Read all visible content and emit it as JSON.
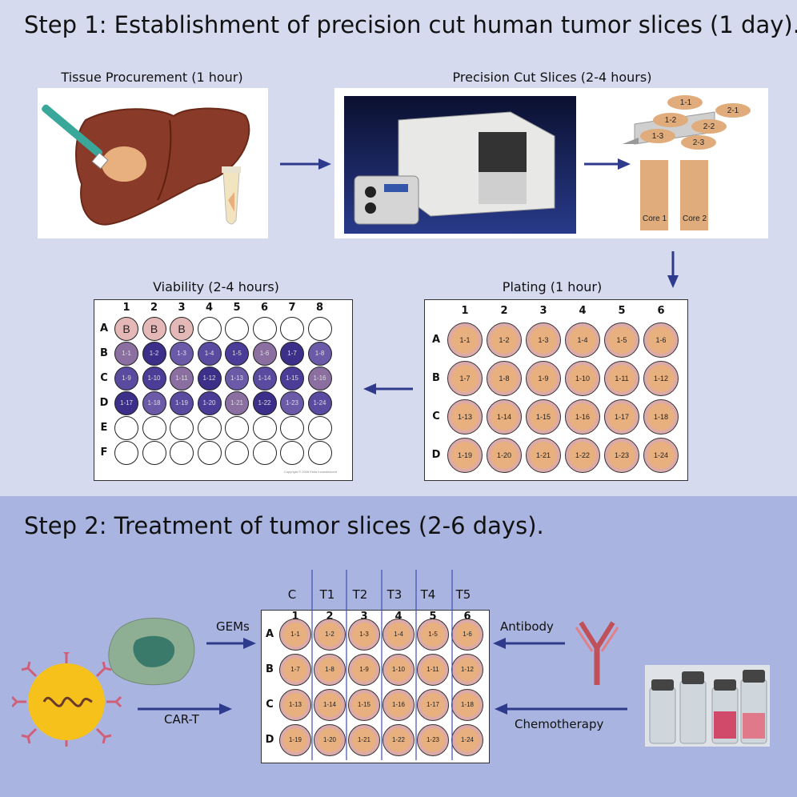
{
  "step1": {
    "title": "Step 1: Establishment of precision cut human tumor slices (1 day).",
    "tissue_caption": "Tissue Procurement (1 hour)",
    "slices_caption": "Precision Cut Slices (2-4 hours)",
    "core1": "Core 1",
    "core2": "Core 2",
    "slice_labels": [
      "1-1",
      "2-1",
      "1-2",
      "2-2",
      "1-3",
      "2-3"
    ],
    "plating_caption": "Plating (1 hour)",
    "viability_caption": "Viability (2-4 hours)",
    "viability_blank": "B",
    "copyright": "Copyright © 2006 Eelia Incandescent"
  },
  "step2": {
    "title": "Step 2: Treatment of tumor slices (2-6 days).",
    "treatments": [
      "C",
      "T1",
      "T2",
      "T3",
      "T4",
      "T5"
    ],
    "gems": "GEMs",
    "cart": "CAR-T",
    "antibody": "Antibody",
    "chemo": "Chemotherapy"
  },
  "plate24": {
    "cols": [
      "1",
      "2",
      "3",
      "4",
      "5",
      "6"
    ],
    "rows": [
      "A",
      "B",
      "C",
      "D"
    ],
    "wells": [
      "1-1",
      "1-2",
      "1-3",
      "1-4",
      "1-5",
      "1-6",
      "1-7",
      "1-8",
      "1-9",
      "1-10",
      "1-11",
      "1-12",
      "1-13",
      "1-14",
      "1-15",
      "1-16",
      "1-17",
      "1-18",
      "1-19",
      "1-20",
      "1-21",
      "1-22",
      "1-23",
      "1-24"
    ]
  },
  "plate48": {
    "cols": [
      "1",
      "2",
      "3",
      "4",
      "5",
      "6",
      "7",
      "8"
    ],
    "rows": [
      "A",
      "B",
      "C",
      "D",
      "E",
      "F"
    ]
  },
  "colors": {
    "arrow": "#2e3a8c",
    "slice": "#e8b07e",
    "well_ring": "#dcaaa8",
    "purple_dark": "#3c2f8a",
    "purple_mid": "#6a5aa8",
    "tissue_brown": "#8a3a28"
  }
}
